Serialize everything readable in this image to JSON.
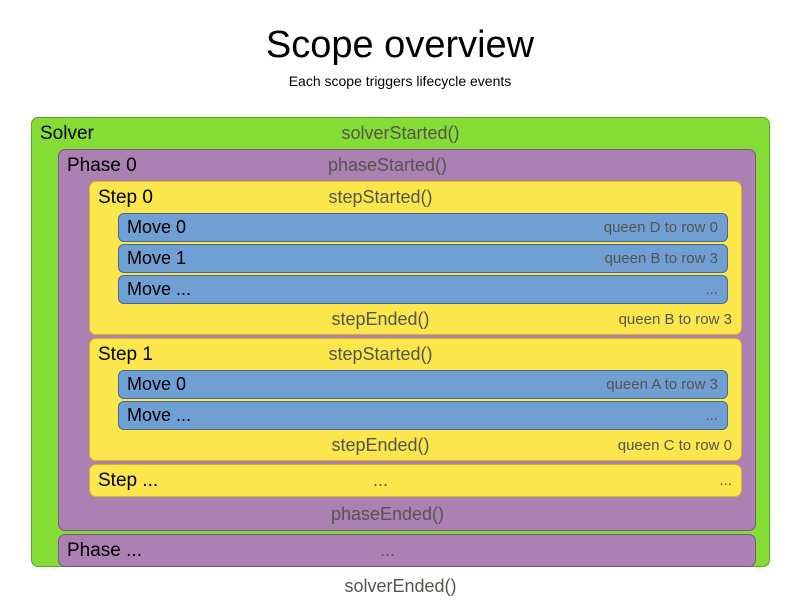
{
  "page": {
    "title": "Scope overview",
    "subtitle": "Each scope triggers lifecycle events"
  },
  "colors": {
    "solver": "#84dc35",
    "phase": "#ab80b2",
    "step": "#fbe64b",
    "move": "#709fd3",
    "event_text": "#55554f",
    "label_text": "#000000",
    "background": "#ffffff"
  },
  "solver": {
    "label": "Solver",
    "started_event": "solverStarted()",
    "ended_event": "solverEnded()",
    "phases": [
      {
        "label": "Phase 0",
        "started_event": "phaseStarted()",
        "ended_event": "phaseEnded()",
        "steps": [
          {
            "label": "Step 0",
            "started_event": "stepStarted()",
            "ended_event": "stepEnded()",
            "ended_value": "queen B to row 3",
            "moves": [
              {
                "label": "Move 0",
                "value": "queen D to row 0"
              },
              {
                "label": "Move 1",
                "value": "queen B to row 3"
              },
              {
                "label": "Move ...",
                "value": "..."
              }
            ]
          },
          {
            "label": "Step 1",
            "started_event": "stepStarted()",
            "ended_event": "stepEnded()",
            "ended_value": "queen C to row 0",
            "moves": [
              {
                "label": "Move 0",
                "value": "queen A to row 3"
              },
              {
                "label": "Move ...",
                "value": "..."
              }
            ]
          }
        ],
        "ellipsis_step": {
          "label": "Step ...",
          "event": "...",
          "value": "..."
        }
      }
    ],
    "ellipsis_phase": {
      "label": "Phase ...",
      "event": "..."
    }
  }
}
